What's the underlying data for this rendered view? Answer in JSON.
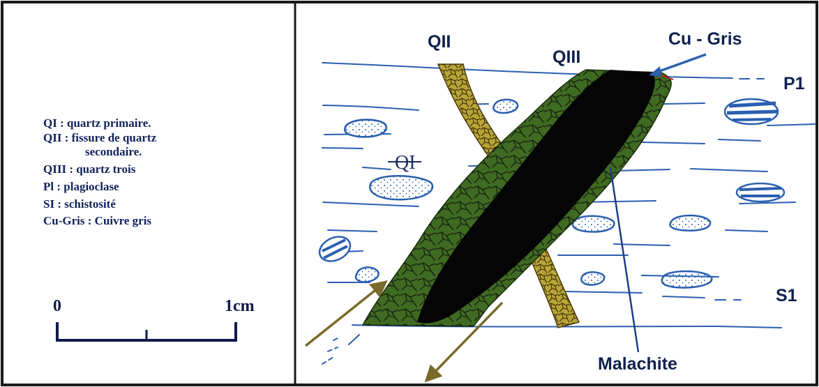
{
  "legend": {
    "lines": [
      "QI : quartz primaire.",
      "QII : fissure de quartz",
      "secondaire.",
      "QIII : quartz trois",
      "Pl : plagioclase",
      "SI : schistosité",
      "Cu-Gris : Cuivre gris"
    ]
  },
  "scale": {
    "start_label": "0",
    "end_label": "1cm"
  },
  "diagram": {
    "labels": {
      "qii": "QII",
      "qiii": "QIII",
      "cu_gris": "Cu - Gris",
      "p1": "P1",
      "qi": "QI",
      "s1": "S1",
      "malachite": "Malachite"
    }
  },
  "colors": {
    "frame": "#1a1a1a",
    "lines_blue": "#2a5fb0",
    "malachite_green": "#3f6a22",
    "quartz_yellow": "#b8a437",
    "cu_gris_black": "#050505",
    "arrow_olive": "#7a6a2a"
  }
}
